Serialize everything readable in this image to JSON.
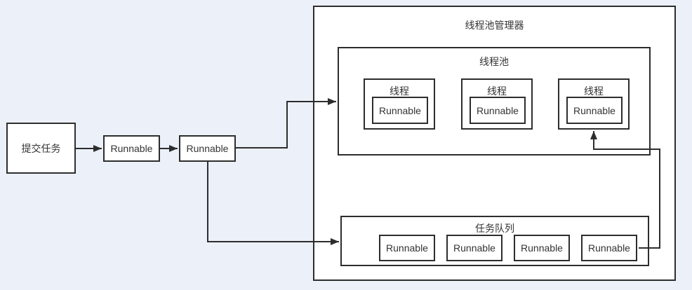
{
  "colors": {
    "background": "#ecf0f9",
    "box_fill": "#ffffff",
    "border": "#2d2d2d",
    "text": "#333333"
  },
  "flow": {
    "submit_label": "提交任务",
    "runnable_1": "Runnable",
    "runnable_2": "Runnable"
  },
  "manager": {
    "title": "线程池管理器",
    "pool": {
      "title": "线程池",
      "threads": [
        {
          "label": "线程",
          "runnable": "Runnable"
        },
        {
          "label": "线程",
          "runnable": "Runnable"
        },
        {
          "label": "线程",
          "runnable": "Runnable"
        }
      ]
    },
    "queue": {
      "title": "任务队列",
      "items": [
        {
          "label": "Runnable"
        },
        {
          "label": "Runnable"
        },
        {
          "label": "Runnable"
        },
        {
          "label": "Runnable"
        }
      ]
    }
  }
}
